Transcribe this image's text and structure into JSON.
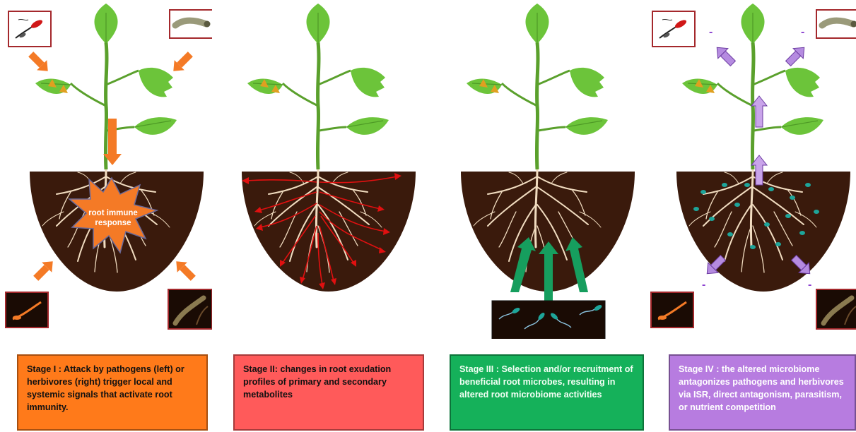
{
  "stages": [
    {
      "id": "stage-1",
      "caption": "Stage I : Attack by pathogens (left) or herbivores (right) trigger local and systemic signals that activate root immunity.",
      "color": "#ff7a1a"
    },
    {
      "id": "stage-2",
      "caption": "Stage II: changes in root exudation profiles of primary and secondary metabolites",
      "color": "#ff5a5a"
    },
    {
      "id": "stage-3",
      "caption": "Stage III : Selection and/or recruitment of beneficial root microbes, resulting in altered root microbiome activities",
      "color": "#15b15a"
    },
    {
      "id": "stage-4",
      "caption": "Stage IV : the altered microbiome antagonizes pathogens and herbivores via ISR, direct antagonism, parasitism, or nutrient competition",
      "color": "#b77ce0"
    }
  ],
  "burst_label": "root immune response",
  "minus_sign": "-",
  "colors": {
    "soil": "#3a1a0c",
    "leaf": "#6cc43a",
    "stem": "#5aa02c",
    "root": "#f1dcc0",
    "signal_arrow": "#f47a26",
    "exudate": "#e01010",
    "recruit_arrow": "#169e5e",
    "antagonism_arrow": "#b58be0",
    "microbe": "#1ea59a"
  },
  "icons": [
    "pathogen-icon",
    "caterpillar-icon",
    "nematode-icon",
    "root-herbivore-icon",
    "beneficial-microbes-icon"
  ]
}
